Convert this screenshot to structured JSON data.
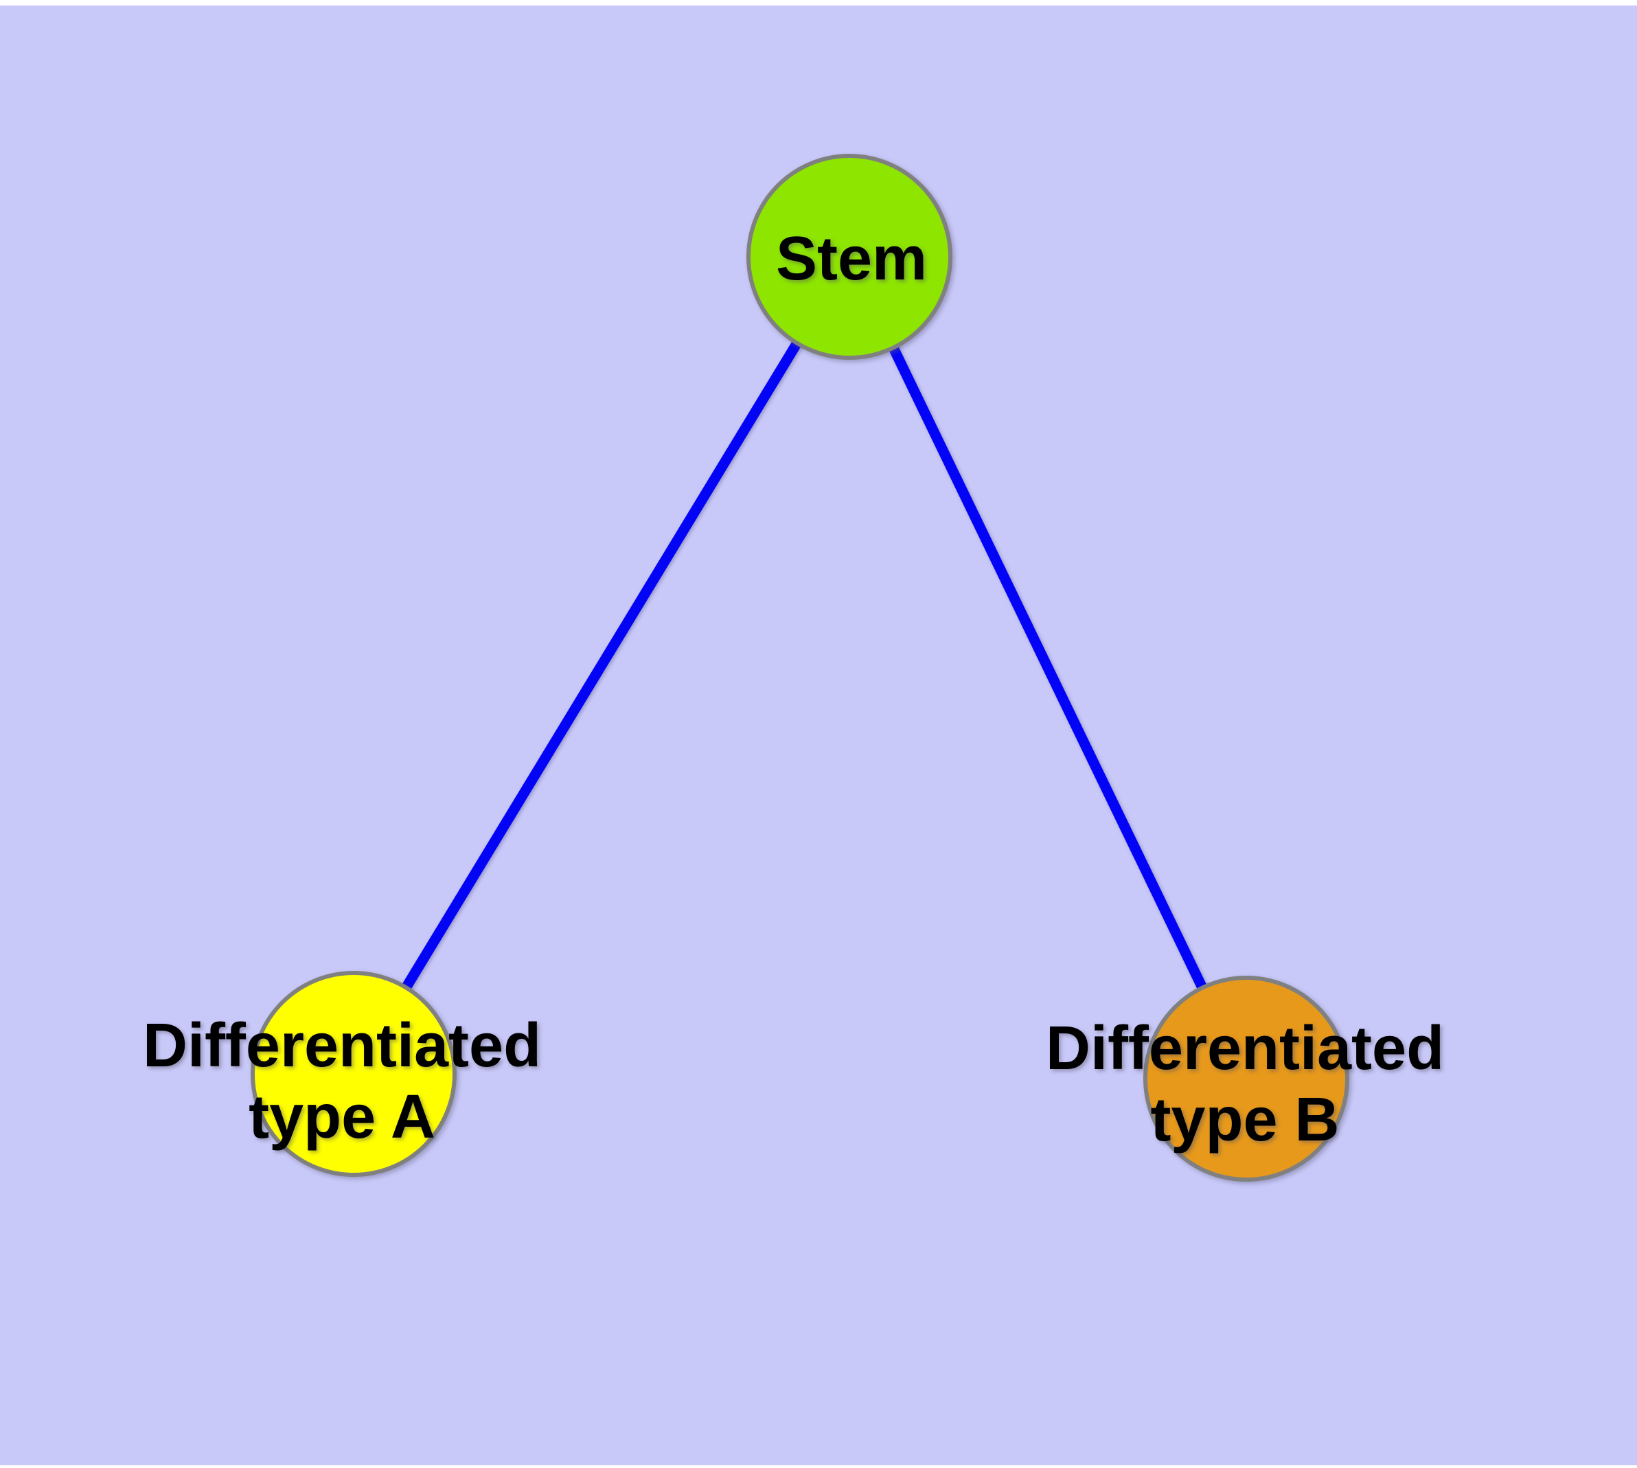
{
  "diagram": {
    "background_color": "#C9C9F9",
    "margin_color": "#FFFFFF",
    "edge_color": "#0303F6",
    "node_border_color": "#808080",
    "text_color": "#000000",
    "nodes": [
      {
        "id": "stem",
        "label": "Stem",
        "label_line1": "Stem",
        "label_line2": "",
        "fill": "#8DE500"
      },
      {
        "id": "type-a",
        "label": "Differentiated type A",
        "label_line1": "Differentiated",
        "label_line2": "type A",
        "fill": "#FFFF00"
      },
      {
        "id": "type-b",
        "label": "Differentiated type B",
        "label_line1": "Differentiated",
        "label_line2": "type B",
        "fill": "#E7991B"
      }
    ],
    "edges": [
      {
        "from": "Stem",
        "to": "Differentiated type A"
      },
      {
        "from": "Stem",
        "to": "Differentiated type B"
      }
    ]
  }
}
